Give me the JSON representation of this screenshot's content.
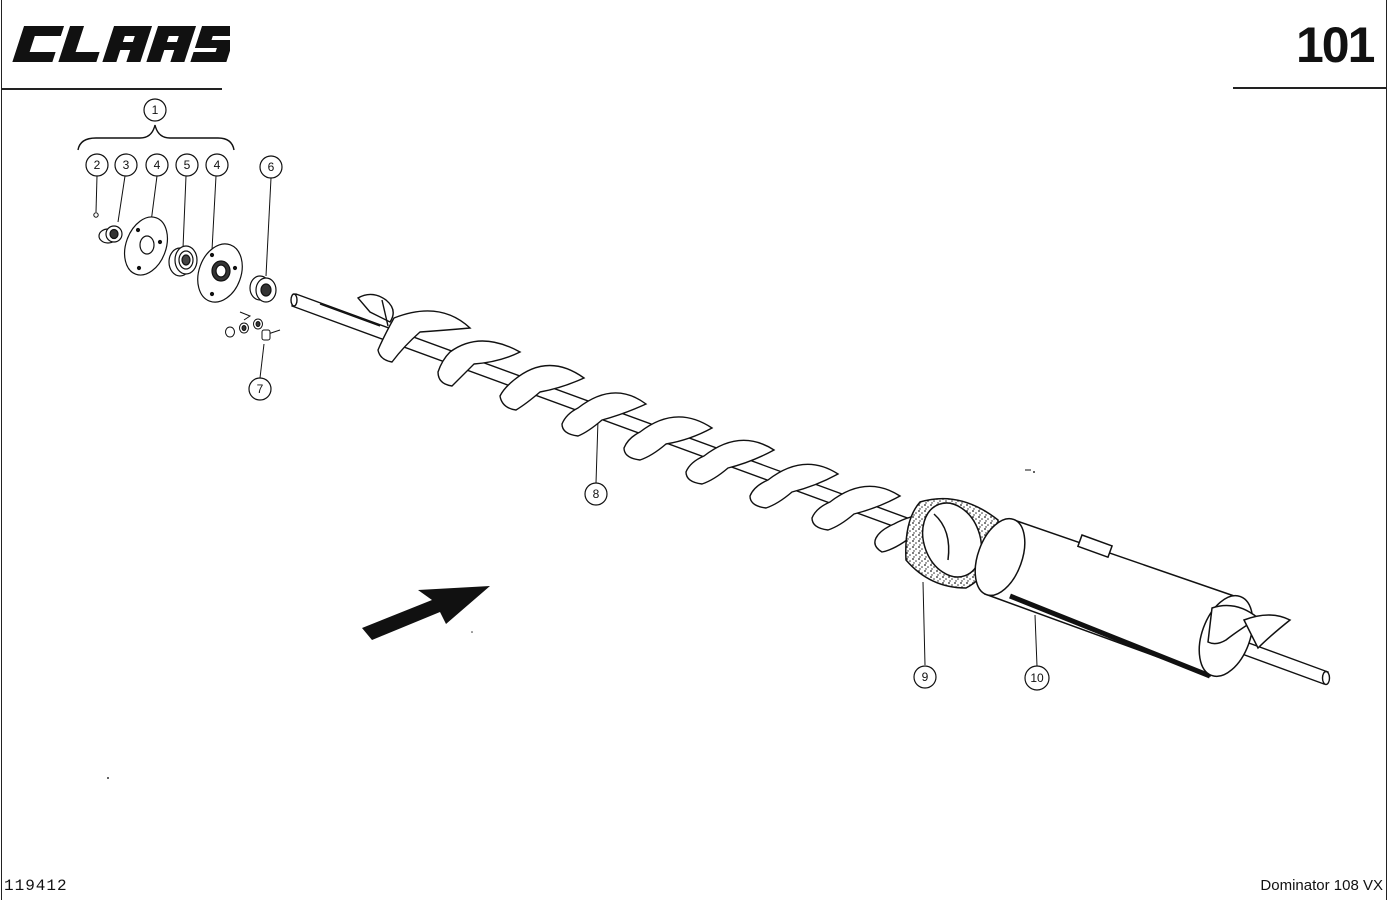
{
  "header": {
    "brand": "CLAAS",
    "page_number": "101"
  },
  "callouts": [
    {
      "id": "callout-1",
      "label": "1"
    },
    {
      "id": "callout-2",
      "label": "2"
    },
    {
      "id": "callout-3",
      "label": "3"
    },
    {
      "id": "callout-4a",
      "label": "4"
    },
    {
      "id": "callout-5",
      "label": "5"
    },
    {
      "id": "callout-4b",
      "label": "4"
    },
    {
      "id": "callout-6",
      "label": "6"
    },
    {
      "id": "callout-7",
      "label": "7"
    },
    {
      "id": "callout-8",
      "label": "8"
    },
    {
      "id": "callout-9",
      "label": "9"
    },
    {
      "id": "callout-10",
      "label": "10"
    }
  ],
  "footer": {
    "drawing_number": "119412",
    "model": "Dominator 108 VX"
  }
}
